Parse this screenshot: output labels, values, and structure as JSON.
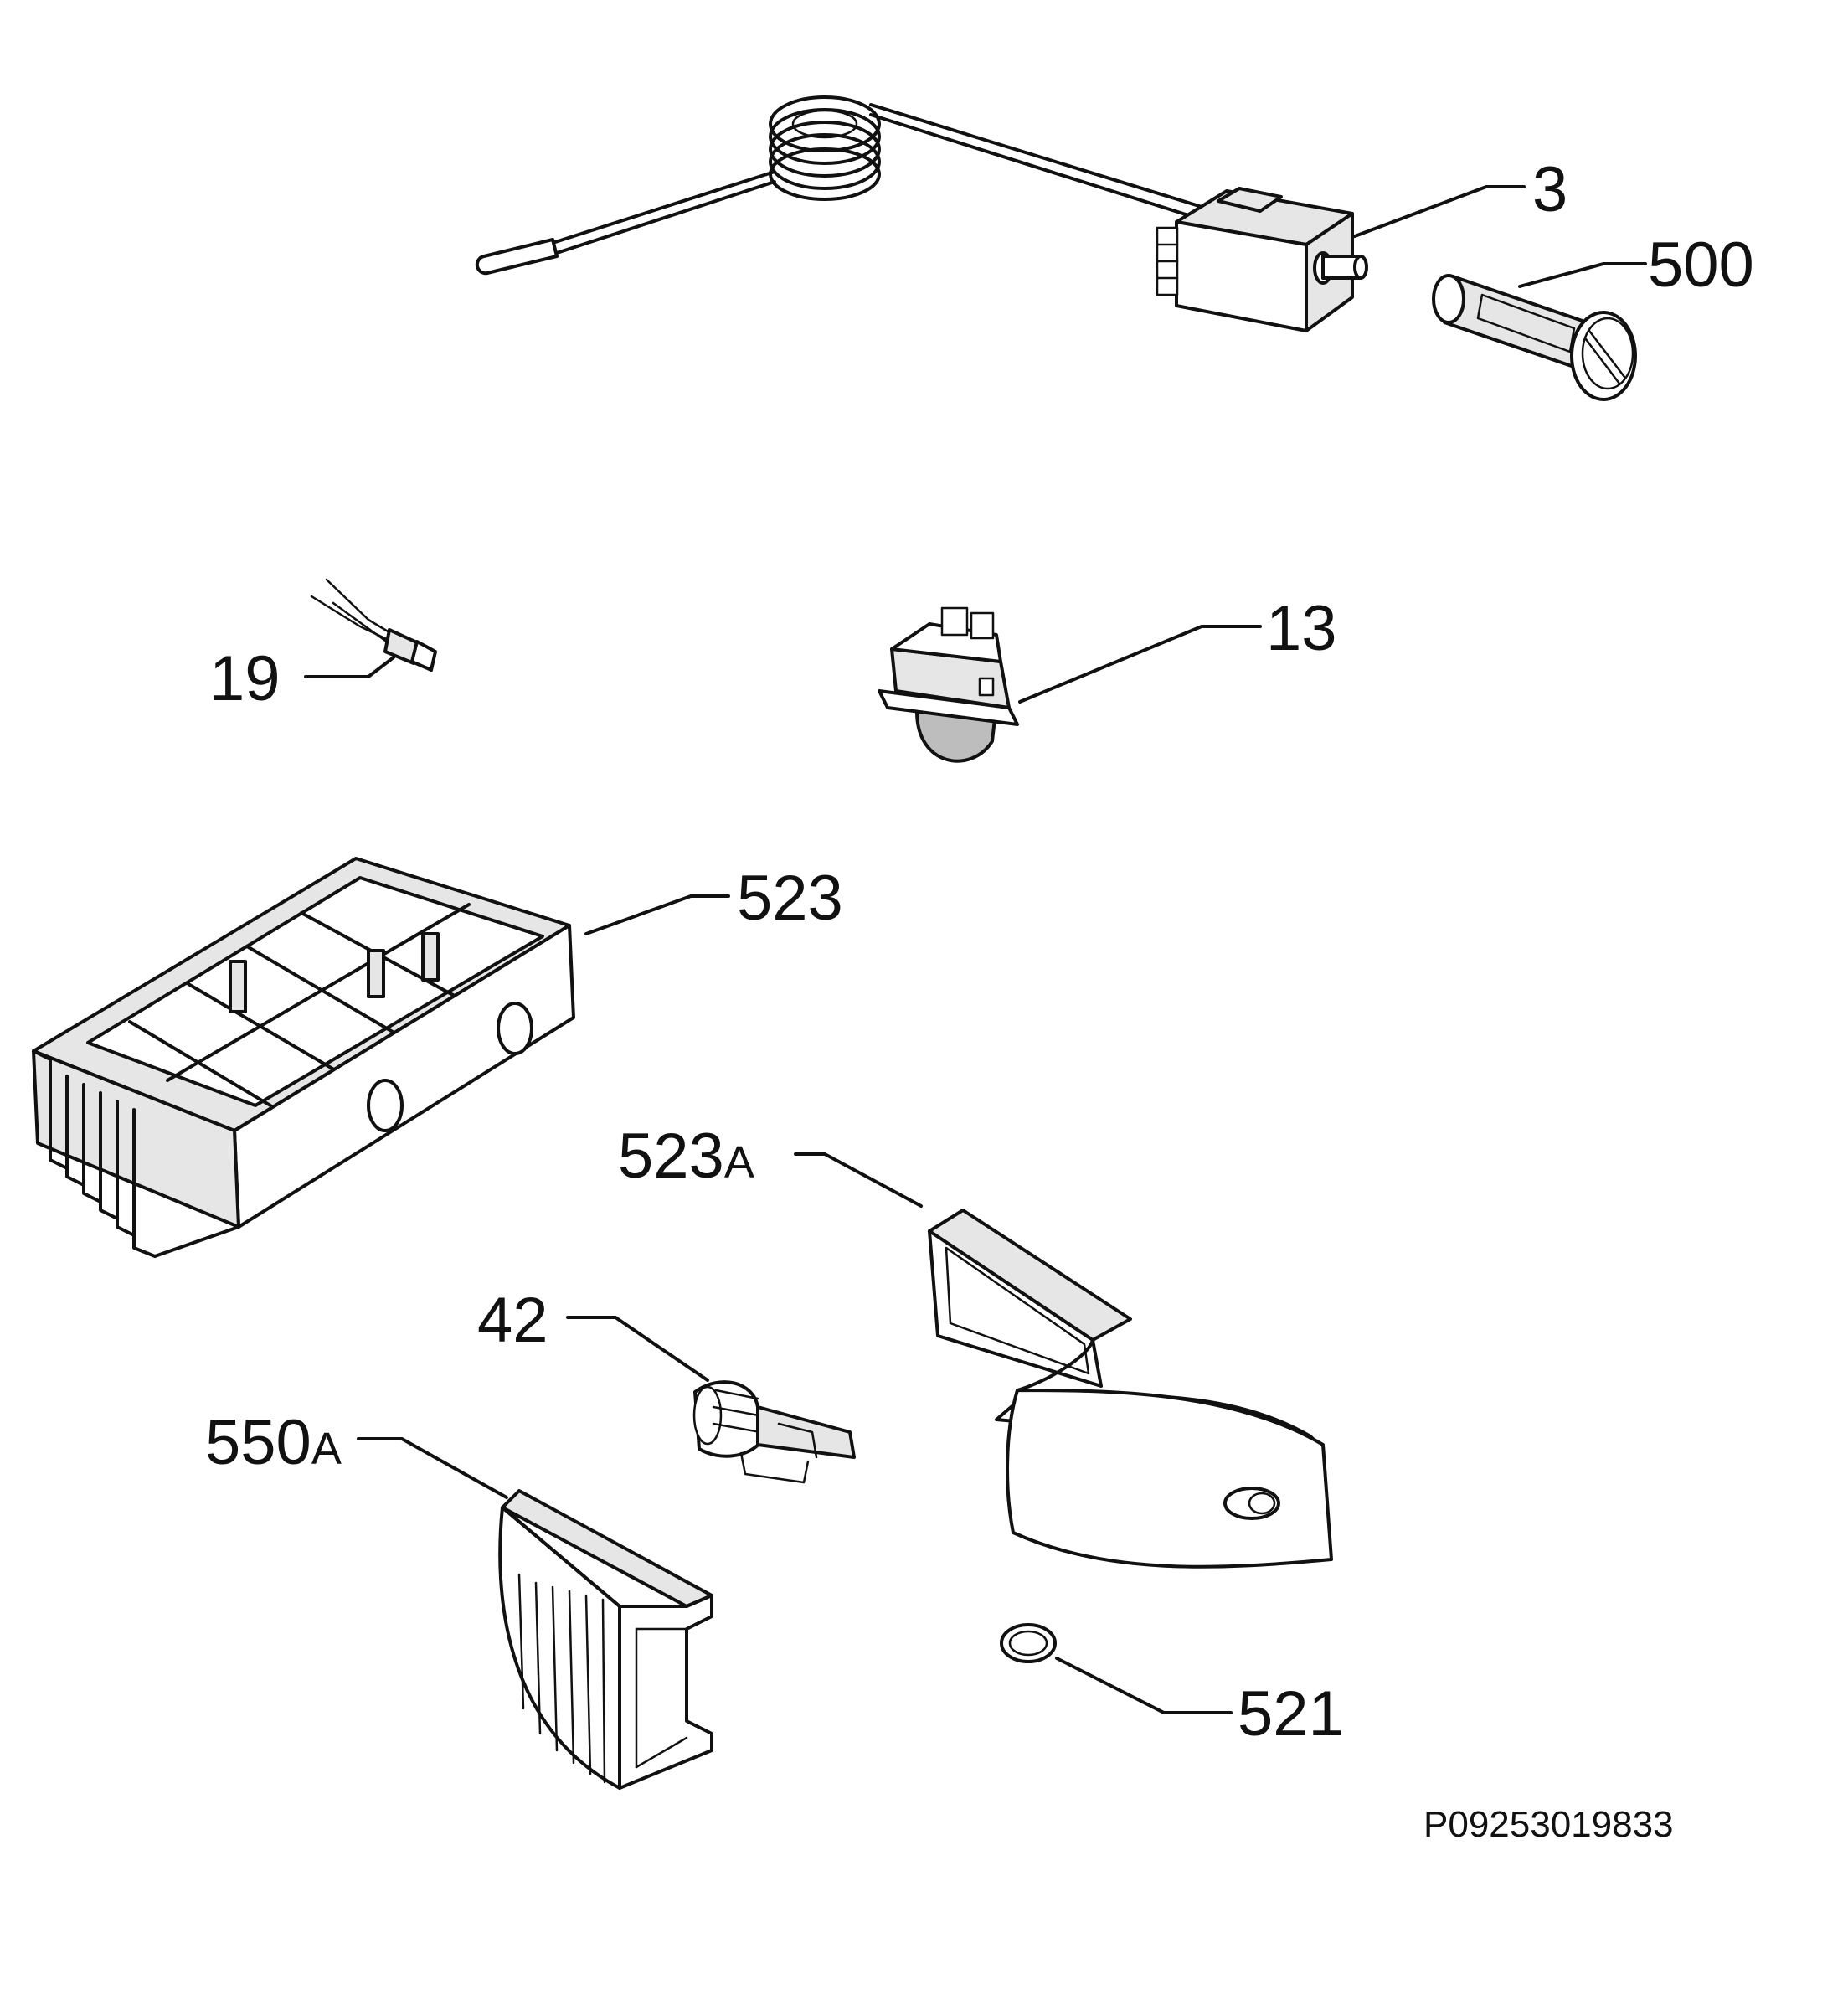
{
  "diagram": {
    "type": "exploded-parts-diagram",
    "document_number": "P09253019833",
    "callouts": [
      {
        "id": "3",
        "number": "3",
        "suffix": "",
        "part": "thermostat"
      },
      {
        "id": "500",
        "number": "500",
        "suffix": "",
        "part": "thermostat-knob"
      },
      {
        "id": "19",
        "number": "19",
        "suffix": "",
        "part": "lamp-holder"
      },
      {
        "id": "13",
        "number": "13",
        "suffix": "",
        "part": "light-switch"
      },
      {
        "id": "523",
        "number": "523",
        "suffix": "",
        "part": "control-housing"
      },
      {
        "id": "523A",
        "number": "523",
        "suffix": "A",
        "part": "housing-cover"
      },
      {
        "id": "42",
        "number": "42",
        "suffix": "",
        "part": "lamp"
      },
      {
        "id": "550A",
        "number": "550",
        "suffix": "A",
        "part": "lamp-cover"
      },
      {
        "id": "521",
        "number": "521",
        "suffix": "",
        "part": "o-ring"
      }
    ],
    "colors": {
      "ink": "#111111",
      "paper": "#ffffff",
      "shade": "#e6e6e6"
    }
  }
}
